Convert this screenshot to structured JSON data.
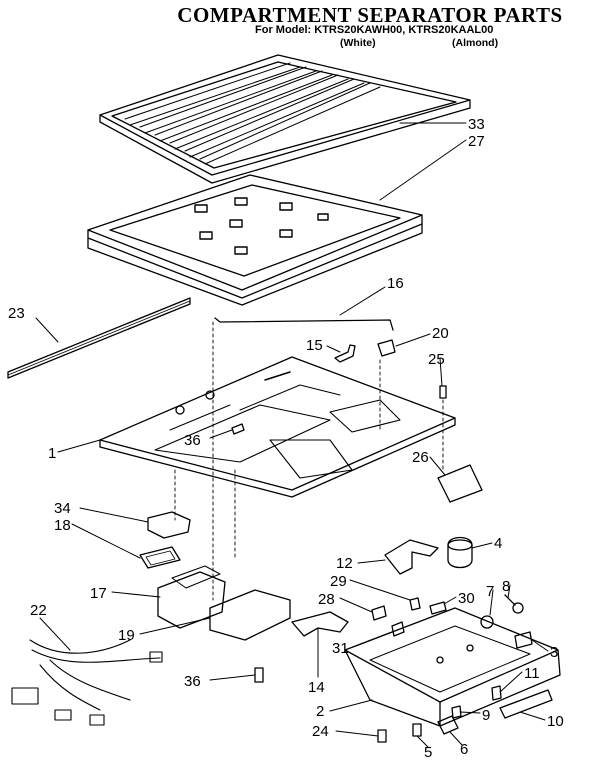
{
  "header": {
    "title": "COMPARTMENT SEPARATOR PARTS",
    "model_line": "For Model: KTRS20KAWH00, KTRS20KAAL00",
    "variant_white": "(White)",
    "variant_almond": "(Almond)"
  },
  "callouts": [
    "33",
    "27",
    "23",
    "16",
    "15",
    "20",
    "25",
    "1",
    "36",
    "26",
    "34",
    "18",
    "12",
    "4",
    "29",
    "7",
    "8",
    "17",
    "28",
    "30",
    "22",
    "19",
    "31",
    "3",
    "11",
    "36",
    "14",
    "2",
    "9",
    "10",
    "24",
    "5",
    "6"
  ],
  "colors": {
    "ink": "#000000",
    "paper": "#ffffff"
  }
}
